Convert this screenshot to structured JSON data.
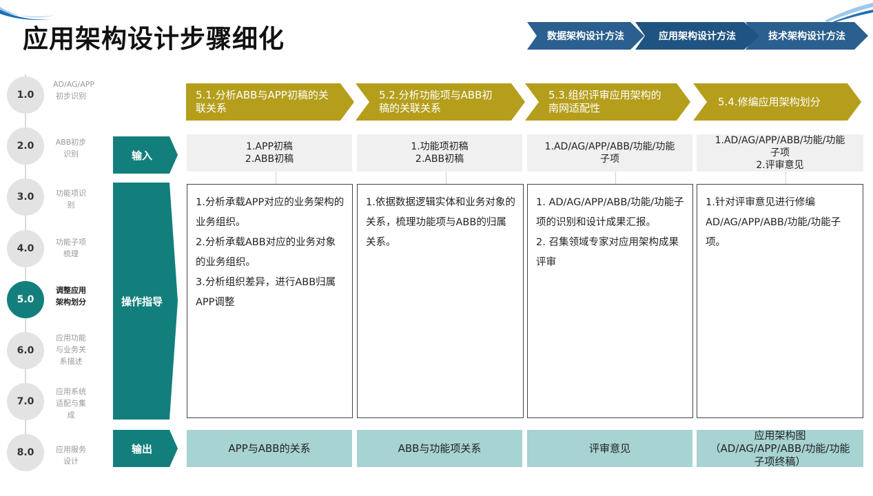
{
  "title": "应用架构设计步骤细化",
  "breadcrumb": [
    "数据架构设计方法",
    "应用架构设计方法",
    "技术架构设计方法"
  ],
  "steps": [
    {
      "num": "1.0",
      "label": "AD/AG/APP初步识别"
    },
    {
      "num": "2.0",
      "label": "ABB初步识别"
    },
    {
      "num": "3.0",
      "label": "功能项识别"
    },
    {
      "num": "4.0",
      "label": "功能子项梳理"
    },
    {
      "num": "5.0",
      "label": "调整应用架构划分"
    },
    {
      "num": "6.0",
      "label": "应用功能与业务关系描述"
    },
    {
      "num": "7.0",
      "label": "应用系统适配与集成"
    },
    {
      "num": "8.0",
      "label": "应用服务设计"
    }
  ],
  "active_step": "5.0",
  "rows": {
    "input": "输入",
    "operation": "操作指导",
    "output": "输出"
  },
  "columns": [
    {
      "header": [
        "5.1.分析ABB与APP初稿的关",
        "联关系"
      ],
      "input": [
        "1.APP初稿",
        "2.ABB初稿"
      ],
      "operation": [
        "1.分析承载APP对应的业务架构的业务组织。",
        "2.分析承载ABB对应的业务对象的业务组织。",
        "3.分析组织差异，进行ABB归属APP调整"
      ],
      "output": [
        "APP与ABB的关系"
      ]
    },
    {
      "header": [
        "5.2.分析功能项与ABB初",
        "稿的关联关系"
      ],
      "input": [
        "1.功能项初稿",
        "2.ABB初稿"
      ],
      "operation": [
        "1.依据数据逻辑实体和业务对象的关系，梳理功能项与ABB的归属关系。"
      ],
      "output": [
        "ABB与功能项关系"
      ]
    },
    {
      "header": [
        "5.3.组织评审应用架构的",
        "南网适配性"
      ],
      "input": [
        "1.AD/AG/APP/ABB/功能/功能",
        "子项"
      ],
      "operation": [
        "1. AD/AG/APP/ABB/功能/功能子项的识别和设计成果汇报。",
        "2. 召集领域专家对应用架构成果评审"
      ],
      "output": [
        "评审意见"
      ]
    },
    {
      "header": [
        "5.4.修编应用架构划分"
      ],
      "input": [
        "1.AD/AG/APP/ABB/功能/功能",
        "子项",
        "2.评审意见"
      ],
      "operation": [
        "1.针对评审意见进行修编AD/AG/APP/ABB/功能/功能子项。"
      ],
      "output": [
        "应用架构图",
        "（AD/AG/APP/ABB/功能/功能",
        "子项终稿）"
      ]
    }
  ]
}
